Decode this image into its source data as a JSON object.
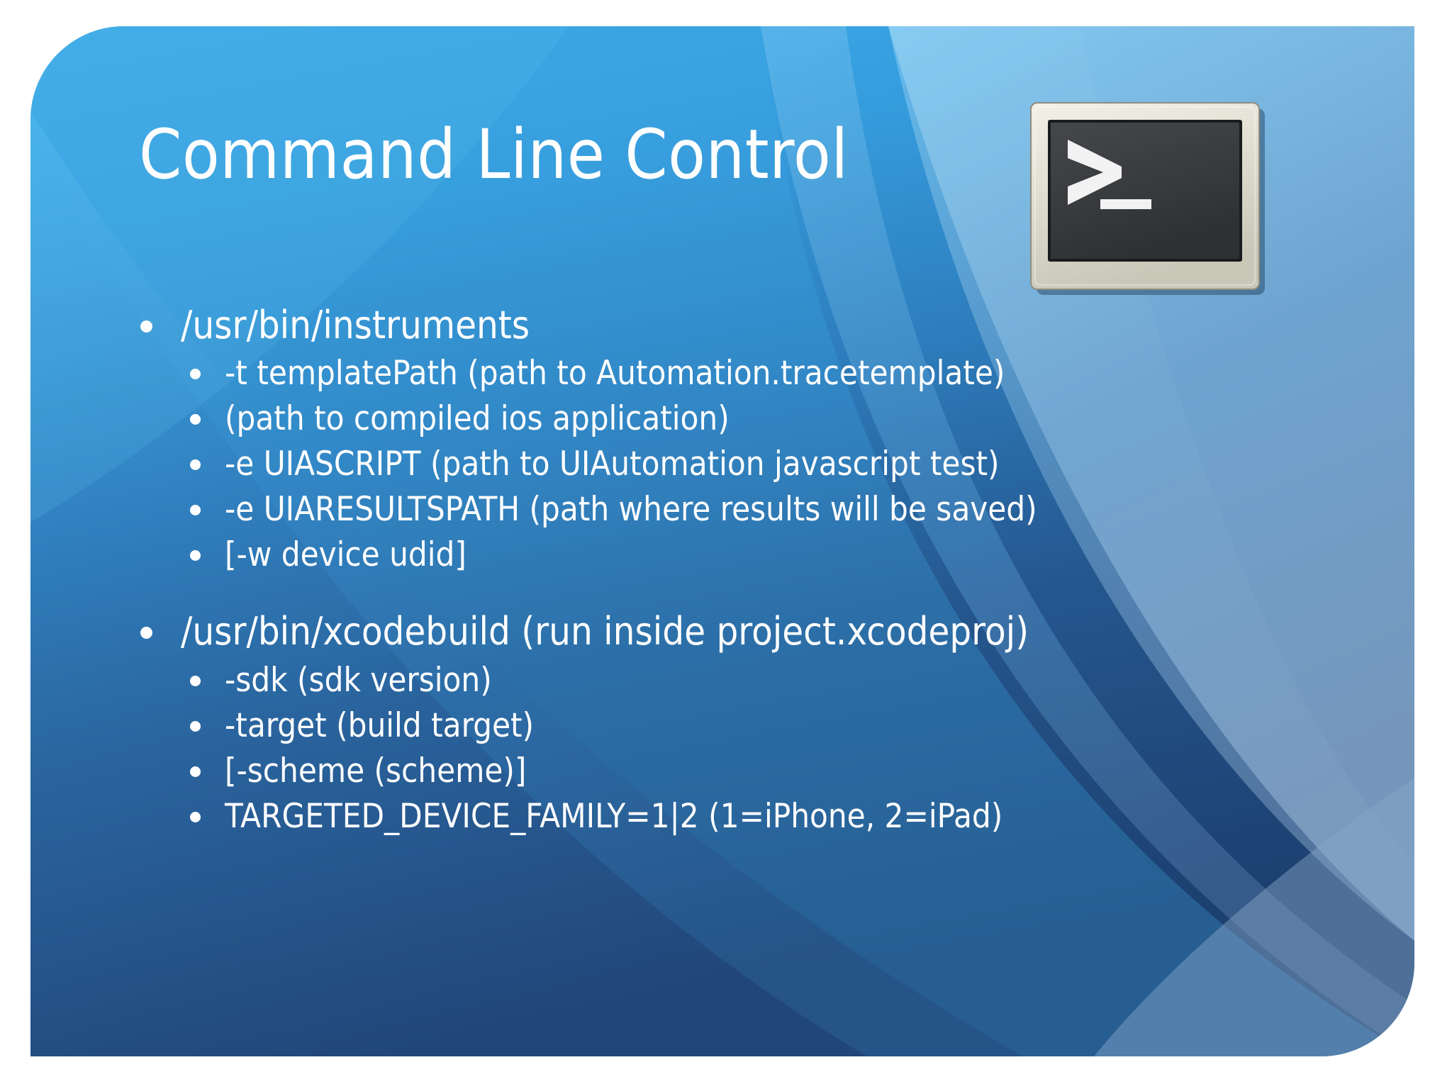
{
  "slide": {
    "title": "Command Line Control",
    "icon": {
      "name": "terminal-icon",
      "prompt_glyph": ">",
      "cursor_glyph": "_"
    },
    "colors": {
      "bg_top": "#38A9E8",
      "bg_mid": "#2B6DA8",
      "bg_bottom": "#1D4272",
      "swoosh_light": "#7CC6EF",
      "swoosh_mid": "#5FB4E6",
      "swoosh_pale": "#7E9CC0",
      "text": "#FFFFFF",
      "icon_bezel": "#E6E4D8",
      "icon_screen": "#383A3C"
    },
    "bullets": [
      {
        "level": 1,
        "text": "/usr/bin/instruments",
        "gap_before": false
      },
      {
        "level": 2,
        "text": "-t templatePath (path to Automation.tracetemplate)",
        "gap_before": false
      },
      {
        "level": 2,
        "text": "(path to compiled ios application)",
        "gap_before": false
      },
      {
        "level": 2,
        "text": "-e UIASCRIPT (path to UIAutomation javascript test)",
        "gap_before": false
      },
      {
        "level": 2,
        "text": "-e UIARESULTSPATH (path where results will be saved)",
        "gap_before": false
      },
      {
        "level": 2,
        "text": "[-w device udid]",
        "gap_before": false
      },
      {
        "level": 1,
        "text": "/usr/bin/xcodebuild (run inside project.xcodeproj)",
        "gap_before": true
      },
      {
        "level": 2,
        "text": "-sdk (sdk version)",
        "gap_before": false
      },
      {
        "level": 2,
        "text": "-target (build target)",
        "gap_before": false
      },
      {
        "level": 2,
        "text": "[-scheme (scheme)]",
        "gap_before": false
      },
      {
        "level": 2,
        "text": "TARGETED_DEVICE_FAMILY=1|2 (1=iPhone, 2=iPad)",
        "gap_before": false
      }
    ]
  }
}
